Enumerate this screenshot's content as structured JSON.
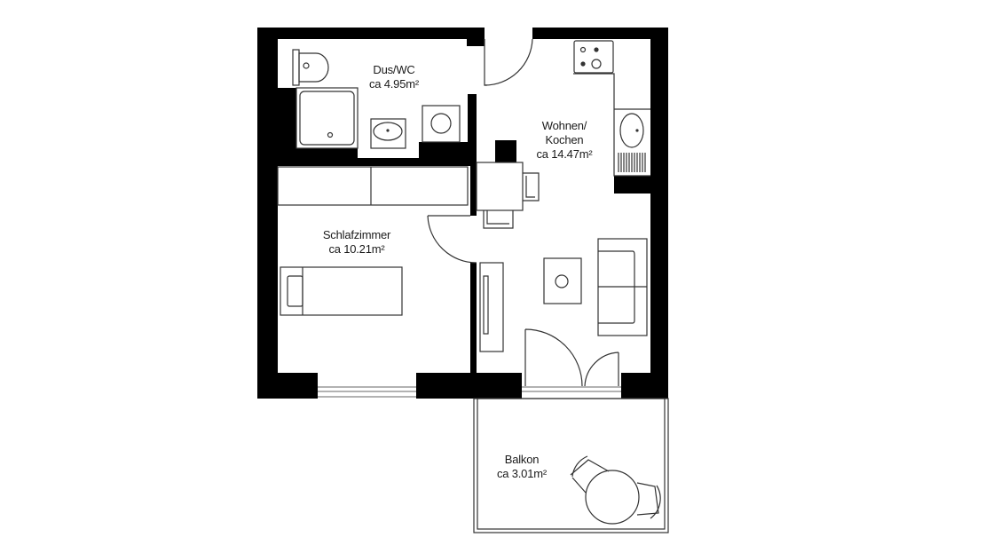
{
  "plan": {
    "wall_color": "#000000",
    "line_color": "#333333",
    "background": "#ffffff"
  },
  "rooms": [
    {
      "id": "bath",
      "name": "Dus/WC",
      "area": "ca 4.95m²"
    },
    {
      "id": "living",
      "name_line1": "Wohnen/",
      "name_line2": "Kochen",
      "area": "ca 14.47m²"
    },
    {
      "id": "bedroom",
      "name": "Schlafzimmer",
      "area": "ca 10.21m²"
    },
    {
      "id": "balcony",
      "name": "Balkon",
      "area": "ca 3.01m²"
    }
  ]
}
